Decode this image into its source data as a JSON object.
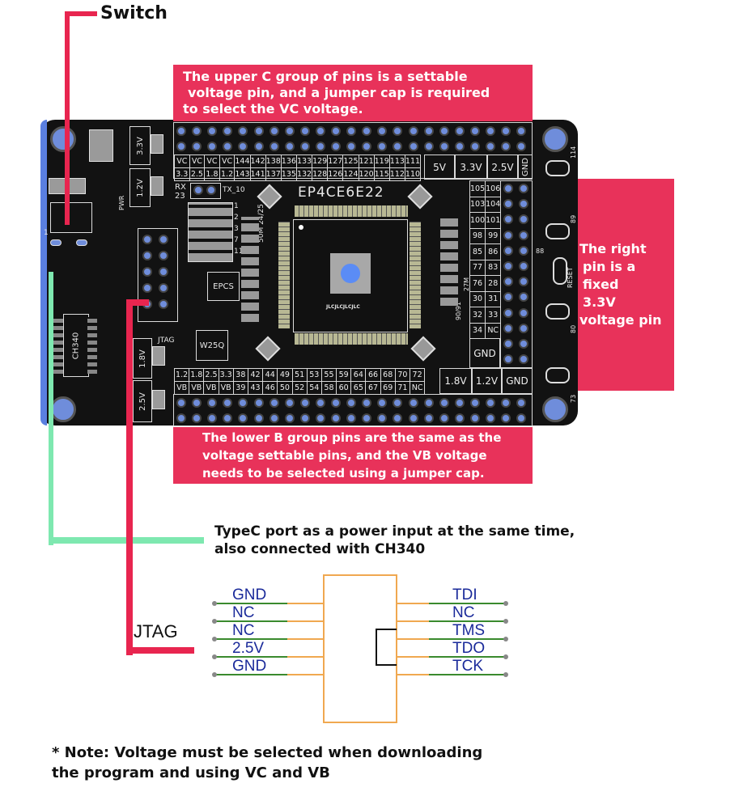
{
  "annotations": {
    "switch_label": "Switch",
    "upper_callout": [
      "The upper C group of pins is a settable",
      "voltage pin, and a jumper cap is required",
      "to select the VC voltage."
    ],
    "right_callout": [
      "The right",
      "pin is a fixed",
      "3.3V",
      "voltage pin"
    ],
    "lower_callout": [
      "The lower B group pins are the same as the",
      "voltage settable pins, and the VB voltage",
      "needs to be selected using a jumper cap."
    ],
    "typec_label": [
      "TypeC port as a power input at the same time,",
      "also connected with CH340"
    ],
    "jtag_label": "JTAG",
    "note": [
      "* Note: Voltage must be selected when downloading",
      "the program and using VC and VB"
    ]
  },
  "colors": {
    "callout": "#e8325a",
    "switch_line": "#e8254f",
    "typec_line": "#7ee8b0",
    "pcb": "#121212",
    "pin": "#6f8ddb",
    "schematic_pin": "#3a8a2e",
    "schematic_body": "#f0a850",
    "schematic_text": "#1a2a9a"
  },
  "board": {
    "chip": "EP4CE6E22",
    "chip_marking": "JLCJLCJLCJLC",
    "regulators": [
      "3.3V",
      "1.2V",
      "1.8V",
      "2.5V"
    ],
    "ic_labels": [
      "CH340",
      "EPCS",
      "W25Q"
    ],
    "silk_labels": {
      "pwr": "PWR",
      "rx": "RX",
      "rx_pin": "23",
      "tx": "TX_10",
      "led_pins": [
        "1",
        "2",
        "3",
        "7",
        "11"
      ],
      "osc50": "50M 24/25",
      "osc27": "27M",
      "osc_right": "90/91",
      "jtag": "JTAG",
      "reset": "RESET",
      "pin_one": "1",
      "right_nums": [
        "114",
        "89",
        "88",
        "80",
        "73"
      ]
    },
    "top_header": {
      "row1": [
        "VC",
        "VC",
        "VC",
        "VC",
        "144",
        "142",
        "138",
        "136",
        "133",
        "129",
        "127",
        "125",
        "121",
        "119",
        "113",
        "111"
      ],
      "row2": [
        "3.3",
        "2.5",
        "1.8",
        "1.2",
        "143",
        "141",
        "137",
        "135",
        "132",
        "128",
        "126",
        "124",
        "120",
        "115",
        "112",
        "110"
      ],
      "rails": [
        "5V",
        "3.3V",
        "2.5V",
        "GND"
      ]
    },
    "right_header": {
      "rows": [
        [
          "105",
          "106"
        ],
        [
          "103",
          "104"
        ],
        [
          "100",
          "101"
        ],
        [
          "98",
          "99"
        ],
        [
          "85",
          "86"
        ],
        [
          "77",
          "83"
        ],
        [
          "76",
          "28"
        ],
        [
          "30",
          "31"
        ],
        [
          "32",
          "33"
        ],
        [
          "34",
          "NC"
        ]
      ],
      "gnd": "GND"
    },
    "bottom_header": {
      "row1": [
        "1.2",
        "1.8",
        "2.5",
        "3.3",
        "38",
        "42",
        "44",
        "49",
        "51",
        "53",
        "55",
        "59",
        "64",
        "66",
        "68",
        "70",
        "72"
      ],
      "row2": [
        "VB",
        "VB",
        "VB",
        "VB",
        "39",
        "43",
        "46",
        "50",
        "52",
        "54",
        "58",
        "60",
        "65",
        "67",
        "69",
        "71",
        "NC"
      ],
      "rails": [
        "1.8V",
        "1.2V",
        "GND"
      ]
    }
  },
  "jtag_schematic": {
    "left_pins": [
      "GND",
      "NC",
      "NC",
      "2.5V",
      "GND"
    ],
    "right_pins": [
      "TDI",
      "NC",
      "TMS",
      "TDO",
      "TCK"
    ]
  }
}
